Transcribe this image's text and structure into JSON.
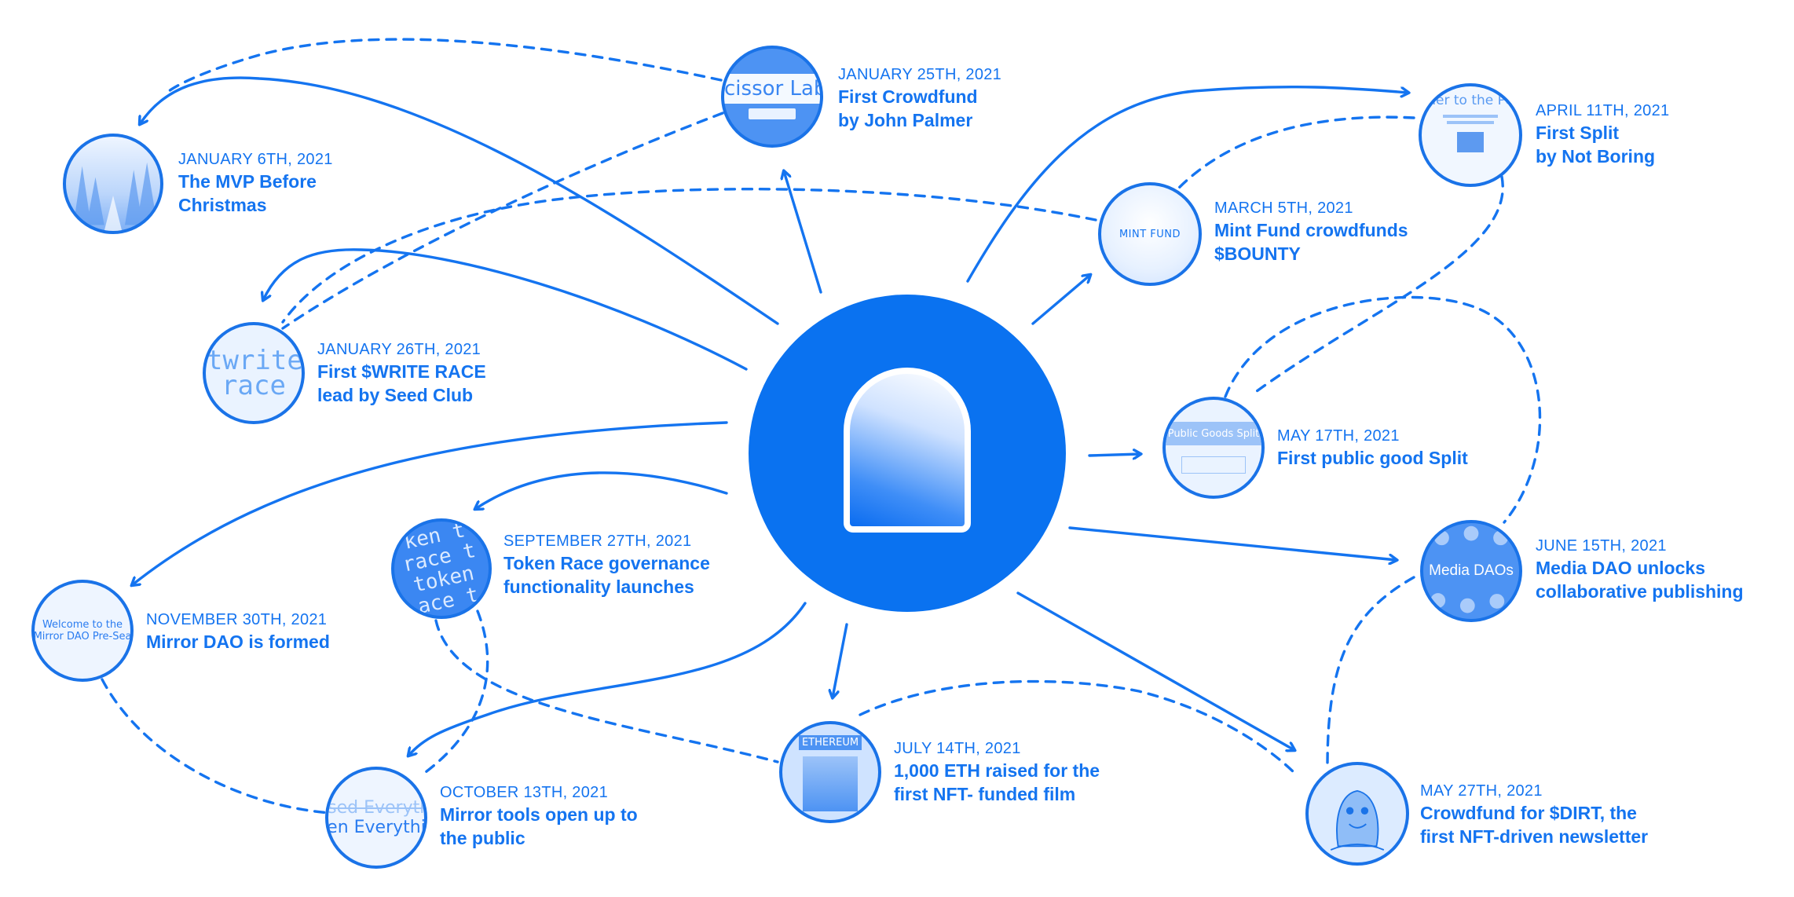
{
  "colors": {
    "accent": "#1474f0",
    "center": "#0a72f0",
    "node_fill": "#d7e8ff"
  },
  "center_icon": "mirror-arch-logo",
  "events": [
    {
      "id": "mvp",
      "date": "JANUARY 6TH, 2021",
      "title": [
        "The MVP Before",
        "Christmas"
      ],
      "thumb": ""
    },
    {
      "id": "crowdfund",
      "date": "JANUARY 25TH, 2021",
      "title": [
        "First Crowdfund",
        "by John Palmer"
      ],
      "thumb": "cissor Labe"
    },
    {
      "id": "write_race",
      "date": "JANUARY 26TH, 2021",
      "title": [
        "First $WRITE RACE",
        "lead by Seed Club"
      ],
      "thumb": "twrite race"
    },
    {
      "id": "mint_fund",
      "date": "MARCH 5TH, 2021",
      "title": [
        "Mint Fund crowdfunds",
        "$BOUNTY"
      ],
      "thumb": "MINT FUND"
    },
    {
      "id": "first_split",
      "date": "APRIL 11TH, 2021",
      "title": [
        "First Split",
        "by Not Boring"
      ],
      "thumb": "ner to the Pe"
    },
    {
      "id": "public_split",
      "date": "MAY 17TH, 2021",
      "title": [
        "First public good Split"
      ],
      "thumb": "Public Goods Split"
    },
    {
      "id": "media_dao",
      "date": "JUNE 15TH, 2021",
      "title": [
        "Media DAO unlocks",
        "collaborative publishing"
      ],
      "thumb": "Media DAOs"
    },
    {
      "id": "dirt",
      "date": "MAY 27TH, 2021",
      "title": [
        "Crowdfund for $DIRT, the",
        "first NFT-driven newsletter"
      ],
      "thumb": ""
    },
    {
      "id": "eth_film",
      "date": "JULY 14TH, 2021",
      "title": [
        " 1,000 ETH raised for the",
        "first NFT- funded  film"
      ],
      "thumb": "ETHEREUM"
    },
    {
      "id": "open_tools",
      "date": "OCTOBER 13TH, 2021",
      "title": [
        "Mirror tools open up to",
        "the public"
      ],
      "thumb": [
        "osed Everythi",
        "pen Everythin"
      ]
    },
    {
      "id": "token_race",
      "date": "SEPTEMBER 27TH, 2021",
      "title": [
        "Token Race governance",
        "functionality launches"
      ],
      "thumb": [
        "ken t",
        "race t",
        "token",
        "ace t"
      ]
    },
    {
      "id": "dao_formed",
      "date": "NOVEMBER 30TH, 2021",
      "title": [
        "Mirror DAO is formed"
      ],
      "thumb": [
        "Welcome to the",
        "Mirror DAO Pre-Sea"
      ]
    }
  ]
}
